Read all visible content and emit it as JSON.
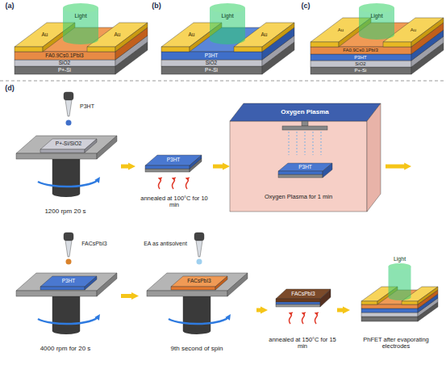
{
  "diagram": {
    "nodes": [
      {
        "text": [
          "P3HT",
          "P+-Si/SiO2",
          "1200 rpm 20 s"
        ]
      },
      {
        "text": [
          "P3HT",
          "annealed at 100°C for 10 min"
        ]
      },
      {
        "text": [
          "Oxygen Plasma",
          "P3HT",
          "Oxygen Plasma for 1 min"
        ]
      },
      {
        "text": [
          "FACsPbI3",
          "P3HT",
          "4000 rpm for 20 s"
        ]
      },
      {
        "text": [
          "EA as antisolvent",
          "FACsPbI3",
          "9th second of spin"
        ]
      },
      {
        "text": [
          "FACsPbI3",
          "annealed at 150°C for 15 min"
        ]
      },
      {
        "text": [
          "Light",
          "PhFET after evaporating electrodes"
        ]
      }
    ],
    "edges": [
      {
        "from": 0,
        "to": 1,
        "arrow": "to"
      },
      {
        "from": 1,
        "to": 2,
        "arrow": "to"
      },
      {
        "from": 3,
        "to": 4,
        "arrow": "to"
      },
      {
        "from": 4,
        "to": 5,
        "arrow": "to"
      },
      {
        "from": 5,
        "to": 6,
        "arrow": "to"
      }
    ],
    "labels": [
      "(a)",
      "Light",
      "Au",
      "Au",
      "FA0.9Cs0.1PbI3",
      "SiO2",
      "P+-Si",
      "(b)",
      "Light",
      "Au",
      "Au",
      "P3HT",
      "SiO2",
      "P+-Si",
      "(c)",
      "Light",
      "Au",
      "Au",
      "FA0.9Cs0.1PbI3",
      "P3HT",
      "SiO2",
      "P+-Si",
      "(d)"
    ]
  }
}
